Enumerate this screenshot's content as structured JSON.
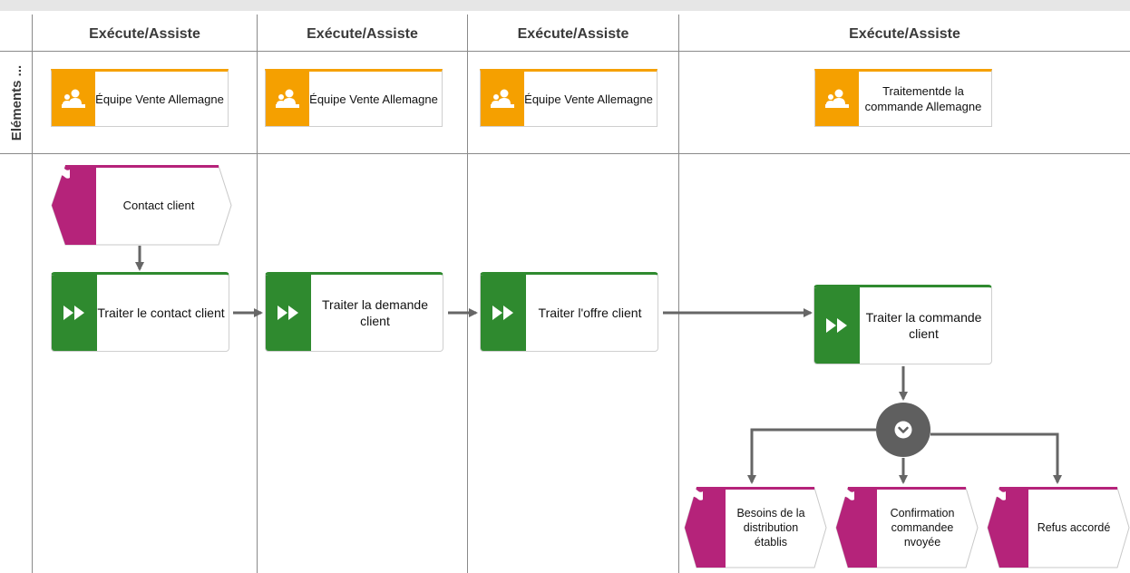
{
  "lanes": [
    {
      "header": "Exécute/Assiste",
      "org": "Équipe Vente Allemagne"
    },
    {
      "header": "Exécute/Assiste",
      "org": "Équipe Vente Allemagne"
    },
    {
      "header": "Exécute/Assiste",
      "org": "Équipe Vente Allemagne"
    },
    {
      "header": "Exécute/Assiste",
      "org": "Traitementde la commande Allemagne"
    }
  ],
  "row_label": "Eléments ...",
  "functions": [
    "Traiter le contact client",
    "Traiter la demande client",
    "Traiter l'offre client",
    "Traiter la commande client"
  ],
  "start_event": "Contact client",
  "end_events": [
    "Besoins de la distribution établis",
    "Confirmation commandee nvoyée",
    "Refus accordé"
  ],
  "icons": {
    "org": "org-unit-icon",
    "function": "fast-forward-icon",
    "event": "flag-icon",
    "gateway": "chevron-down-icon"
  },
  "colors": {
    "org": "#f5a000",
    "function": "#2f8a2f",
    "event": "#b5237a",
    "gateway": "#5f5f5f",
    "connector": "#666666"
  }
}
